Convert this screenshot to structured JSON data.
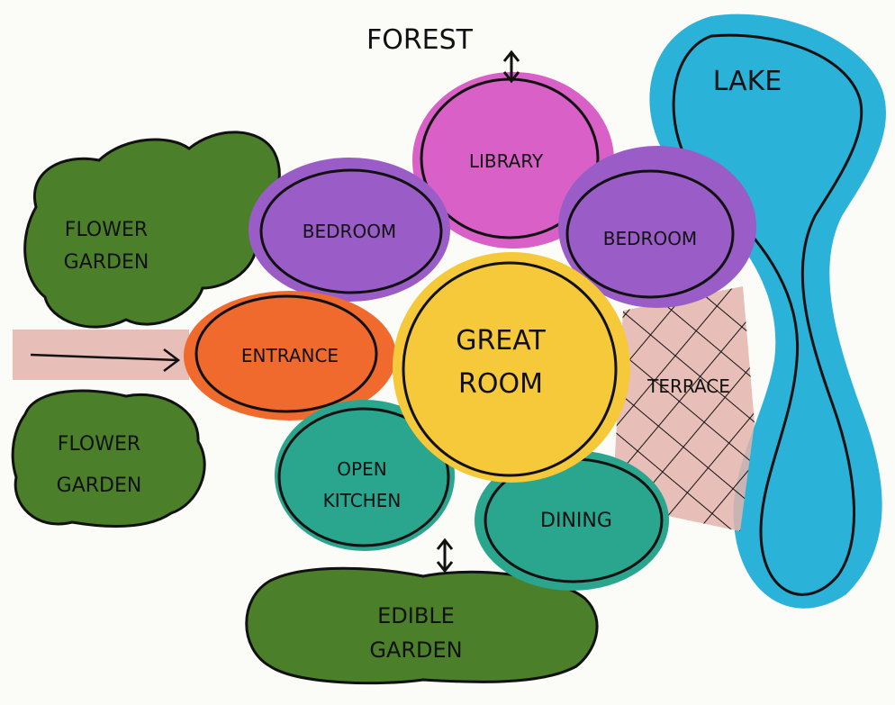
{
  "title": "FOREST",
  "colors": {
    "paper": "#fbfbf7",
    "outline": "#111111",
    "library": "#d860c6",
    "bedroom": "#9a5cc6",
    "great_room": "#f6c93a",
    "entrance": "#f06a2e",
    "kitchen_dining": "#2aa58e",
    "lake": "#2ab2d8",
    "garden": "#4b7f2a",
    "path": "#e3b4ad"
  },
  "rooms": {
    "library": "LIBRARY",
    "bedroom_left": "BEDROOM",
    "bedroom_right": "BEDROOM",
    "great_room_line1": "GREAT",
    "great_room_line2": "ROOM",
    "entrance": "ENTRANCE",
    "open_kitchen_line1": "OPEN",
    "open_kitchen_line2": "KITCHEN",
    "dining": "DINING",
    "terrace": "TERRACE"
  },
  "features": {
    "lake": "LAKE",
    "flower_garden_top_line1": "FLOWER",
    "flower_garden_top_line2": "GARDEN",
    "flower_garden_bottom_line1": "FLOWER",
    "flower_garden_bottom_line2": "GARDEN",
    "edible_garden_line1": "EDIBLE",
    "edible_garden_line2": "GARDEN"
  },
  "icons": [
    "double-arrow-icon",
    "entry-arrow-icon"
  ]
}
